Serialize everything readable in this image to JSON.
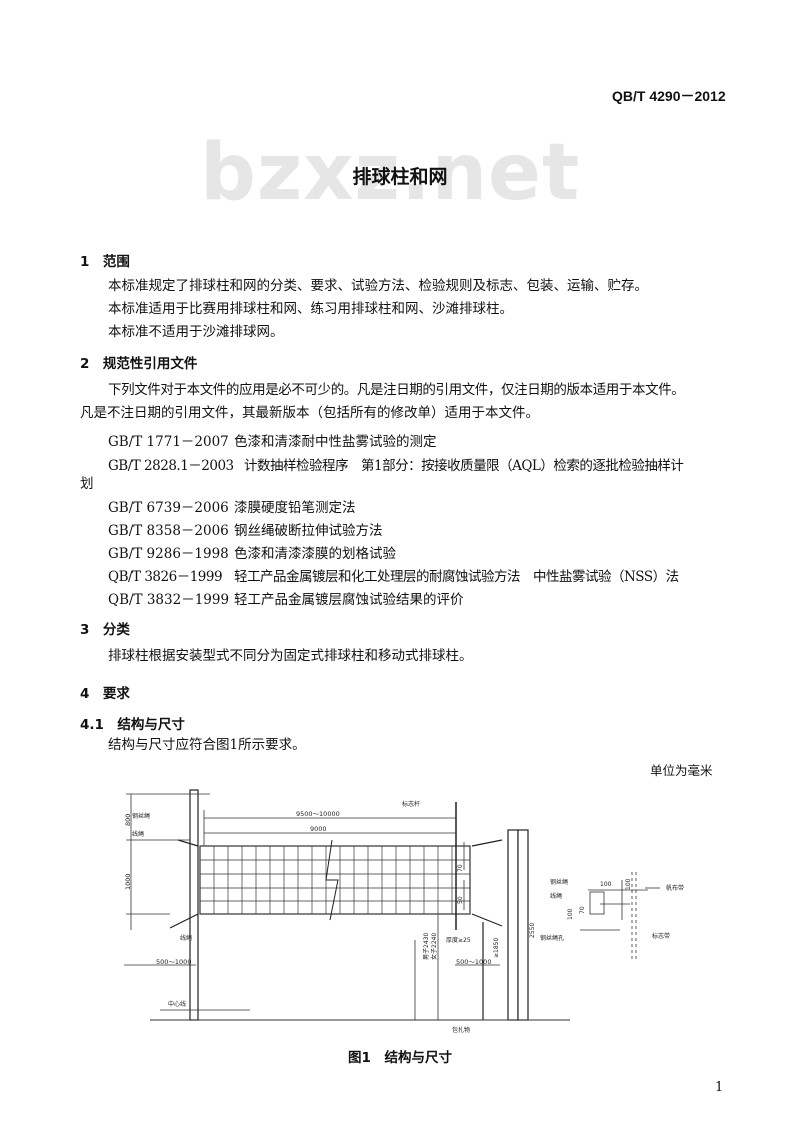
{
  "header": {
    "standard_code": "QB/T 4290－2012",
    "watermark": "bzxz.net"
  },
  "title": "排球柱和网",
  "sections": {
    "s1": {
      "heading": "1　范围",
      "lines": [
        "本标准规定了排球柱和网的分类、要求、试验方法、检验规则及标志、包装、运输、贮存。",
        "本标准适用于比赛用排球柱和网、练习用排球柱和网、沙滩排球柱。",
        "本标准不适用于沙滩排球网。"
      ]
    },
    "s2": {
      "heading": "2　规范性引用文件",
      "intro_line1": "下列文件对于本文件的应用是必不可少的。凡是注日期的引用文件，仅注日期的版本适用于本文件。",
      "intro_line2": "凡是不注日期的引用文件，其最新版本（包括所有的修改单）适用于本文件。",
      "refs": [
        {
          "code": "GB/T 1771－2007",
          "title": "色漆和清漆耐中性盐雾试验的测定"
        },
        {
          "code": "GB/T 2828.1－2003",
          "title": "计数抽样检验程序　第1部分：按接收质量限（AQL）检索的逐批检验抽样计"
        },
        {
          "code": "",
          "title": "划"
        },
        {
          "code": "GB/T 6739－2006",
          "title": "漆膜硬度铅笔测定法"
        },
        {
          "code": "GB/T 8358－2006",
          "title": "钢丝绳破断拉伸试验方法"
        },
        {
          "code": "GB/T 9286－1998",
          "title": "色漆和清漆漆膜的划格试验"
        },
        {
          "code": "QB/T 3826－1999",
          "title": "轻工产品金属镀层和化工处理层的耐腐蚀试验方法　中性盐雾试验（NSS）法"
        },
        {
          "code": "QB/T 3832－1999",
          "title": "轻工产品金属镀层腐蚀试验结果的评价"
        }
      ]
    },
    "s3": {
      "heading": "3　分类",
      "line": "排球柱根据安装型式不同分为固定式排球柱和移动式排球柱。"
    },
    "s4": {
      "heading": "4　要求"
    },
    "s41": {
      "heading": "4.1　结构与尺寸",
      "line": "结构与尺寸应符合图1所示要求。"
    },
    "unit_note": "单位为毫米"
  },
  "figure": {
    "caption": "图1　结构与尺寸",
    "labels": {
      "steel_rope": "钢丝绳",
      "line_rope": "线绳",
      "marker_pole": "标志杆",
      "span_outer": "9500～10000",
      "span_inner": "9000",
      "h800": "800",
      "h1000": "1000",
      "h70": "70",
      "h50": "50",
      "lower_rope": "线绳",
      "dist_left": "500～1000",
      "dist_right": "500～1000",
      "men_height": "男子2430",
      "women_height": "女子2240",
      "thickness": "厚度≥25",
      "h1850": "≥1850",
      "h2550": "2550",
      "center_line": "中心线",
      "padding": "包扎物",
      "detail_steel_rope": "钢丝绳",
      "detail_line_rope": "线绳",
      "detail_100a": "100",
      "detail_100b": "100",
      "detail_100c": "100",
      "detail_70": "70",
      "detail_canvas": "帆布带",
      "detail_hole": "钢丝绳孔",
      "detail_marker": "标志带"
    }
  },
  "page_number": "1"
}
